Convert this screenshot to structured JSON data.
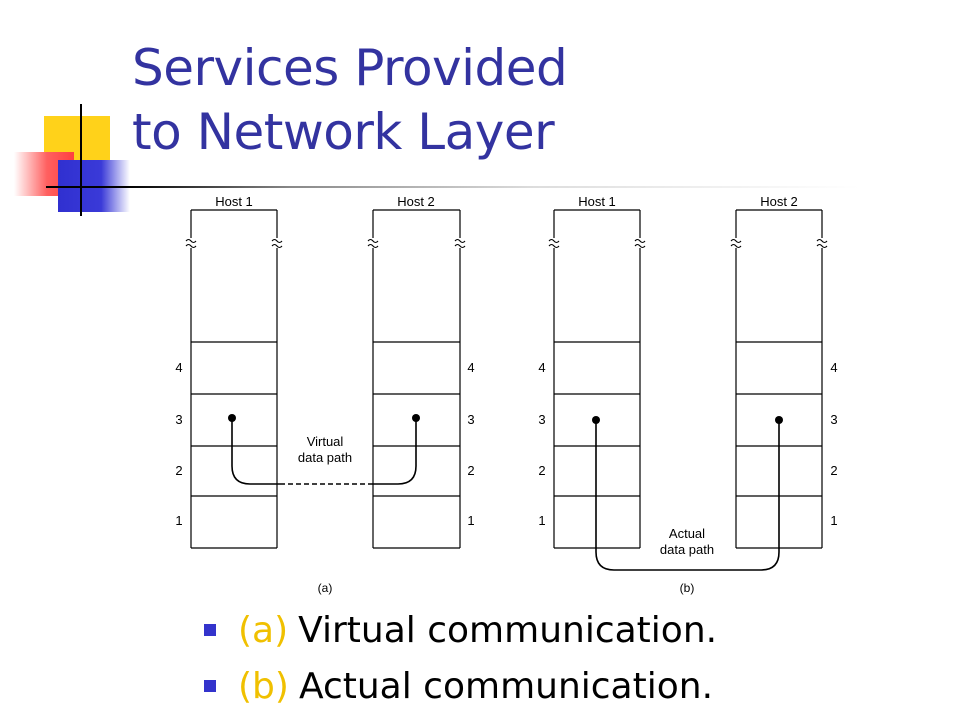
{
  "slide": {
    "title_line1": "Services Provided",
    "title_line2": "to Network Layer"
  },
  "diagram": {
    "panel_a": {
      "host1_label": "Host 1",
      "host2_label": "Host 2",
      "layer_labels": [
        "4",
        "3",
        "2",
        "1"
      ],
      "path_label_line1": "Virtual",
      "path_label_line2": "data path",
      "caption": "(a)"
    },
    "panel_b": {
      "host1_label": "Host 1",
      "host2_label": "Host 2",
      "layer_labels": [
        "4",
        "3",
        "2",
        "1"
      ],
      "path_label_line1": "Actual",
      "path_label_line2": "data path",
      "caption": "(b)"
    }
  },
  "bullets": [
    {
      "tag": "(a)",
      "text": "Virtual communication."
    },
    {
      "tag": "(b)",
      "text": "Actual communication."
    }
  ],
  "colors": {
    "title": "#3333a0",
    "bullet_marker": "#3333cc",
    "bullet_tag": "#f0c000"
  }
}
